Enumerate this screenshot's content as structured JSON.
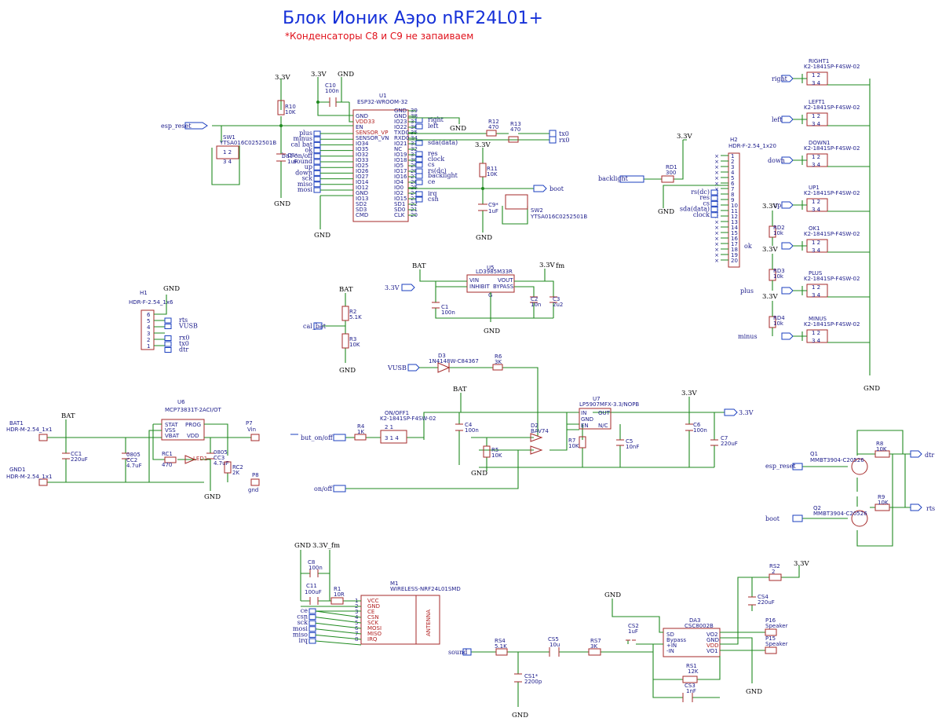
{
  "title": "Блок Ионик Аэро nRF24L01+",
  "subtitle": "*Конденсаторы С8 и С9 не запаиваем",
  "u1": {
    "ref": "U1",
    "part": "ESP32-WROOM-32",
    "left_pins": [
      "GND",
      "VDD33",
      "EN",
      "SENSOR_VP",
      "SENSOR_VN",
      "IO34",
      "IO35",
      "IO32",
      "IO33",
      "IO25",
      "IO26",
      "IO27",
      "IO14",
      "IO12",
      "GND",
      "IO13",
      "SD2",
      "SD3",
      "CMD"
    ],
    "right_pins": [
      "GND",
      "GND",
      "IO23",
      "IO22",
      "TXD0",
      "RXD0",
      "IO21",
      "NC",
      "IO19",
      "IO18",
      "IO5",
      "IO17",
      "IO16",
      "IO4",
      "IO0",
      "IO2",
      "IO15",
      "SD1",
      "SD0",
      "CLK"
    ],
    "left_nets": [
      "plus",
      "minus",
      "cal_bat",
      "ok",
      "but_on/off",
      "sound",
      "up",
      "down",
      "sck",
      "miso",
      "mosi"
    ],
    "right_nets": [
      "right",
      "left",
      "sda(data)",
      "res",
      "clock",
      "cs",
      "rs(dc)",
      "backlight",
      "ce",
      "irq",
      "csn"
    ],
    "pin_numbers_right": [
      "39",
      "38",
      "37",
      "36",
      "35",
      "34",
      "33",
      "32",
      "31",
      "30",
      "29",
      "28",
      "27",
      "26",
      "25",
      "24",
      "23",
      "22",
      "21",
      "20"
    ]
  },
  "labels": {
    "esp_reset": "esp_reset",
    "tx0": "tx0",
    "rx0": "rx0",
    "boot": "boot",
    "backlight": "backlight",
    "cal_bat": "cal_bat",
    "vusb": "VUSB",
    "but_onoff": "but_on/off",
    "onoff": "on/off",
    "dtr": "dtr",
    "rts": "rts",
    "esp_reset2": "esp_reset",
    "boot2": "boot",
    "sound": "sound",
    "right": "right",
    "left": "left",
    "down": "down",
    "up": "up",
    "ok": "ok",
    "plus": "plus",
    "minus": "minus",
    "v33": "3.3V",
    "v33b": "3.3V"
  },
  "power": {
    "v33": "3.3V",
    "gnd": "GND",
    "bat": "BAT",
    "v33fm": "3.3V_fm"
  },
  "parts": {
    "R10": [
      "R10",
      "10K"
    ],
    "C10": [
      "C10",
      "100n"
    ],
    "C8": [
      "C8*",
      "1uF"
    ],
    "SW1": [
      "SW1",
      "YTSA016C0252501B"
    ],
    "R12": [
      "R12",
      "470"
    ],
    "R13": [
      "R13",
      "470"
    ],
    "R11": [
      "R11",
      "10K"
    ],
    "C9": [
      "C9*",
      "1uF"
    ],
    "SW2": [
      "SW2",
      "YTSA016C0252501B"
    ],
    "U5": [
      "U5",
      "LD3985M33R"
    ],
    "U5pins": [
      "VIN",
      "INHIBIT",
      "VOUT",
      "BYPASS",
      "G"
    ],
    "C1": [
      "C1",
      "100n"
    ],
    "C2": [
      "C2",
      "10n"
    ],
    "C3": [
      "C3",
      "2u2"
    ],
    "R2": [
      "R2",
      "5.1K"
    ],
    "R3": [
      "R3",
      "10K"
    ],
    "H1": [
      "H1",
      "HDR-F-2.54_1x6"
    ],
    "H1nets": [
      "rts",
      "VUSB",
      "",
      "rx0",
      "tx0",
      "dtr"
    ],
    "D3": [
      "D3",
      "1N4148W-C84367"
    ],
    "R6": [
      "R6",
      "3K"
    ],
    "U7": [
      "U7",
      "LP5907MFX-3.3/NOPB"
    ],
    "U7pins": [
      "IN",
      "GND",
      "EN",
      "OUT",
      "N/C"
    ],
    "ONOFF1": [
      "ON/OFF1",
      "K2-1841SP-F4SW-02"
    ],
    "R4": [
      "R4",
      "1K"
    ],
    "C4": [
      "C4",
      "100n"
    ],
    "D2": [
      "D2",
      "BAV74"
    ],
    "R5": [
      "R5",
      "10K"
    ],
    "R7": [
      "R7",
      "10K"
    ],
    "C5": [
      "C5",
      "10nF"
    ],
    "C6": [
      "C6",
      "100n"
    ],
    "C7": [
      "C7",
      "220uF"
    ],
    "U6": [
      "U6",
      "MCP73831T-2ACI/OT"
    ],
    "U6pins": [
      "STAT",
      "VSS",
      "VBAT",
      "PROG",
      "VDD"
    ],
    "BAT1": [
      "BAT1",
      "HDR-M-2.54_1x1"
    ],
    "GND1": [
      "GND1",
      "HDR-M-2.54_1x1"
    ],
    "CC1": [
      "CC1",
      "220uF"
    ],
    "CC2": [
      "0805",
      "CC2",
      "4.7uF"
    ],
    "RC1": [
      "RC1",
      "470"
    ],
    "LED1": "LED1",
    "CC3": [
      "0805",
      "CC3",
      "4.7uF"
    ],
    "RC2": [
      "RC2",
      "2K"
    ],
    "P7": [
      "P7",
      "Vin"
    ],
    "P8": [
      "P8",
      "gnd"
    ],
    "H2": [
      "H2",
      "HDR-F-2.54_1x20"
    ],
    "RD1": [
      "RD1",
      "300"
    ],
    "H2nets": [
      "rs(dc)",
      "res",
      "cs",
      "sda(data)",
      "clock"
    ],
    "RIGHT1": [
      "RIGHT1",
      "K2-1841SP-F4SW-02"
    ],
    "LEFT1": [
      "LEFT1",
      "K2-1841SP-F4SW-02"
    ],
    "DOWN1": [
      "DOWN1",
      "K2-1841SP-F4SW-02"
    ],
    "UP1": [
      "UP1",
      "K2-1841SP-F4SW-02"
    ],
    "OK1": [
      "OK1",
      "K2-1841SP-F4SW-02"
    ],
    "PLUS": [
      "PLUS",
      "K2-1841SP-F4SW-02"
    ],
    "MINUS": [
      "MINUS",
      "K2-1841SP-F4SW-02"
    ],
    "RD2": [
      "RD2",
      "10k"
    ],
    "RD3": [
      "RD3",
      "10k"
    ],
    "RD4": [
      "RD4",
      "10k"
    ],
    "Q1": [
      "Q1",
      "MMBT3904-C20526"
    ],
    "Q2": [
      "Q2",
      "MMBT3904-C20526"
    ],
    "R8": [
      "R8",
      "10K"
    ],
    "R9": [
      "R9",
      "10K"
    ],
    "M1": [
      "M1",
      "WIRELESS-NRF24L01SMD"
    ],
    "M1pins": [
      "VCC",
      "GND",
      "CE",
      "CSN",
      "SCK",
      "MOSI",
      "MISO",
      "IRQ"
    ],
    "antenna": "ANTENNA",
    "C8b": [
      "C8",
      "100n"
    ],
    "C11": [
      "C11",
      "100uF"
    ],
    "R1": [
      "R1",
      "10R"
    ],
    "M1nets": [
      "ce",
      "csn",
      "sck",
      "mosi",
      "miso",
      "irq"
    ],
    "DA3": [
      "DA3",
      "CSC8002B"
    ],
    "DA3pins": [
      "SD",
      "Bypass",
      "+IN",
      "-IN",
      "VO2",
      "GND",
      "VDD",
      "VO1"
    ],
    "RS2": [
      "RS2",
      "2"
    ],
    "CS4": [
      "CS4",
      "220uF"
    ],
    "P16": [
      "P16",
      "Speaker"
    ],
    "P15": [
      "P15",
      "Speaker"
    ],
    "CS2": [
      "CS2",
      "1uF"
    ],
    "RS4": [
      "RS4",
      "5.1K"
    ],
    "CS5": [
      "CS5",
      "10u"
    ],
    "RS7": [
      "RS7",
      "3K"
    ],
    "RS1": [
      "RS1",
      "12K"
    ],
    "CS3": [
      "CS3",
      "1nF"
    ],
    "CS1": [
      "CS1*",
      "2200p"
    ]
  }
}
